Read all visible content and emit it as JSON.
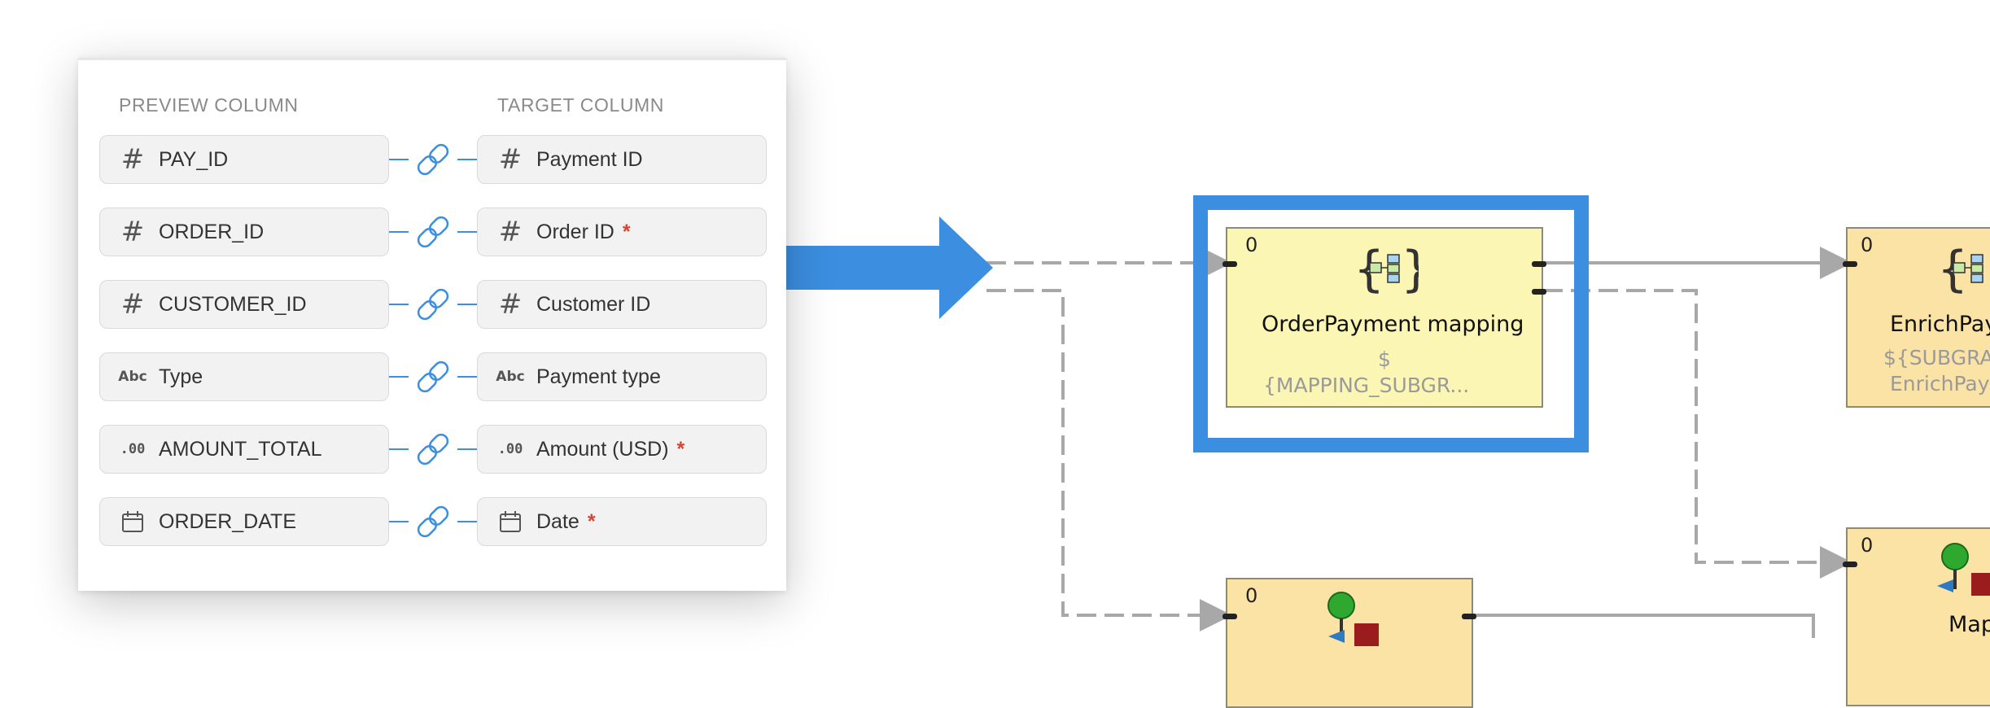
{
  "mapping": {
    "preview_header": "PREVIEW COLUMN",
    "target_header": "TARGET COLUMN",
    "rows": [
      {
        "src": "PAY_ID",
        "src_type": "#",
        "tgt": "Payment ID",
        "tgt_type": "#",
        "req": ""
      },
      {
        "src": "ORDER_ID",
        "src_type": "#",
        "tgt": "Order ID",
        "tgt_type": "#",
        "req": "*"
      },
      {
        "src": "CUSTOMER_ID",
        "src_type": "#",
        "tgt": "Customer ID",
        "tgt_type": "#",
        "req": ""
      },
      {
        "src": "Type",
        "src_type": "Abc",
        "tgt": "Payment type",
        "tgt_type": "Abc",
        "req": ""
      },
      {
        "src": "AMOUNT_TOTAL",
        "src_type": ".00",
        "tgt": "Amount (USD)",
        "tgt_type": ".00",
        "req": "*"
      },
      {
        "src": "ORDER_DATE",
        "src_type": "calendar-icon",
        "tgt": "Date",
        "tgt_type": "calendar-icon",
        "req": "*"
      }
    ]
  },
  "graph": {
    "nodes": [
      {
        "count": "0",
        "title": "OrderPayment mapping",
        "sub1": "$",
        "sub2": "{MAPPING_SUBGR..."
      },
      {
        "count": "0",
        "title": "EnrichPay",
        "sub1": "${SUBGRAP",
        "sub2": "EnrichPaym"
      },
      {
        "count": "0"
      },
      {
        "count": "0",
        "title": "Map"
      }
    ]
  },
  "colors": {
    "accent": "#3b8ee0",
    "required": "#d6452f",
    "node_yellow": "#fbf6b4",
    "node_orange": "#fbe3a6"
  }
}
